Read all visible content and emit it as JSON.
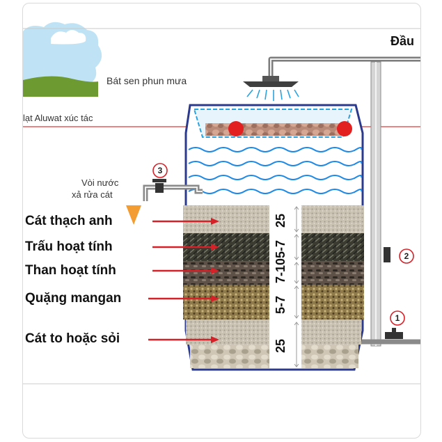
{
  "header": {
    "title_partial": "Đầu"
  },
  "labels": {
    "shower": "Bát sen phun mưa",
    "catalyst": "lạt Aluwat xúc tác",
    "faucet_line1": "Vòi nước",
    "faucet_line2": "xả rửa cát"
  },
  "layers": [
    {
      "name": "Cát thạch anh",
      "thickness": "25"
    },
    {
      "name": "Trấu hoạt tính",
      "thickness": "5-7"
    },
    {
      "name": "Than hoạt tính",
      "thickness": "7-10"
    },
    {
      "name": "Quặng mangan",
      "thickness": "5-7"
    },
    {
      "name": "Cát to hoặc sỏi",
      "thickness": "25"
    }
  ],
  "valves": [
    "1",
    "2",
    "3"
  ],
  "colors": {
    "arrow": "#d62128",
    "tank_outline": "#2b3a8c",
    "water": "#1e88e5",
    "pipe": "#8a8a8a",
    "red_line": "#e23b3b"
  }
}
